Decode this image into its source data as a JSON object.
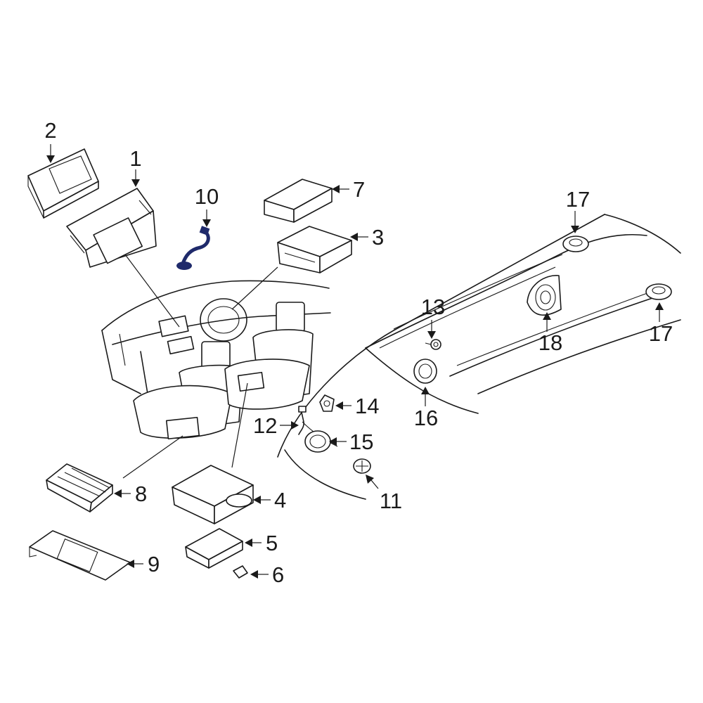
{
  "colors": {
    "highlight": "#1f2a6b",
    "line": "#1a1a1a",
    "background": "#ffffff"
  },
  "callouts": {
    "c1": "1",
    "c2": "2",
    "c3": "3",
    "c4": "4",
    "c5": "5",
    "c6": "6",
    "c7": "7",
    "c8": "8",
    "c9": "9",
    "c10": "10",
    "c11": "11",
    "c12": "12",
    "c13": "13",
    "c14": "14",
    "c15": "15",
    "c16": "16",
    "c17a": "17",
    "c17b": "17",
    "c18": "18"
  },
  "highlighted_part": "10"
}
